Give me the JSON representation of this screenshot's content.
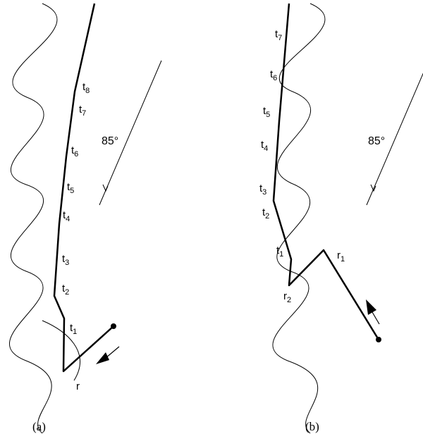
{
  "panels": [
    {
      "caption": "(a)",
      "angle": "85°",
      "labels": [
        {
          "base": "t",
          "sub": "8"
        },
        {
          "base": "t",
          "sub": "7"
        },
        {
          "base": "t",
          "sub": "6"
        },
        {
          "base": "t",
          "sub": "5"
        },
        {
          "base": "t",
          "sub": "4"
        },
        {
          "base": "t",
          "sub": "3"
        },
        {
          "base": "t",
          "sub": "2"
        },
        {
          "base": "t",
          "sub": "1"
        },
        {
          "base": "r",
          "sub": ""
        }
      ]
    },
    {
      "caption": "(b)",
      "angle": "85°",
      "labels": [
        {
          "base": "t",
          "sub": "7"
        },
        {
          "base": "t",
          "sub": "6"
        },
        {
          "base": "t",
          "sub": "5"
        },
        {
          "base": "t",
          "sub": "4"
        },
        {
          "base": "t",
          "sub": "3"
        },
        {
          "base": "t",
          "sub": "2"
        },
        {
          "base": "t",
          "sub": "1"
        },
        {
          "base": "r",
          "sub": "1"
        },
        {
          "base": "r",
          "sub": "2"
        }
      ]
    }
  ]
}
